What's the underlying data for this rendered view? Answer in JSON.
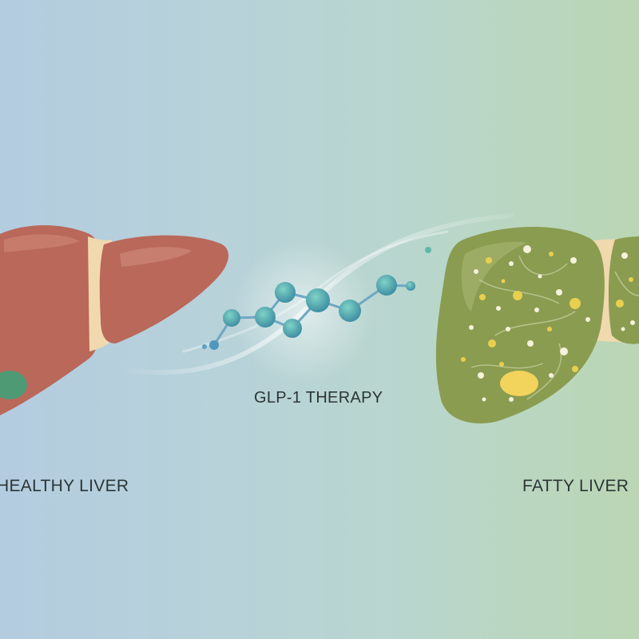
{
  "labels": {
    "healthy": "HEALTHY LIVER",
    "therapy": "GLP-1 THERAPY",
    "fatty": "FATTY LIVER"
  },
  "colors": {
    "healthy_liver": "#b9685a",
    "fatty_liver": "#8a9c50",
    "ligament": "#f0d9ae",
    "gallbladder_healthy": "#4e9a74",
    "gallbladder_fatty": "#f2d35c",
    "molecule": "#4fa7a0",
    "fat_droplet_white": "#f4f1dc",
    "fat_droplet_yellow": "#e9cf4f"
  },
  "icons": [
    "healthy-liver-illustration",
    "molecule-icon",
    "fatty-liver-illustration"
  ]
}
